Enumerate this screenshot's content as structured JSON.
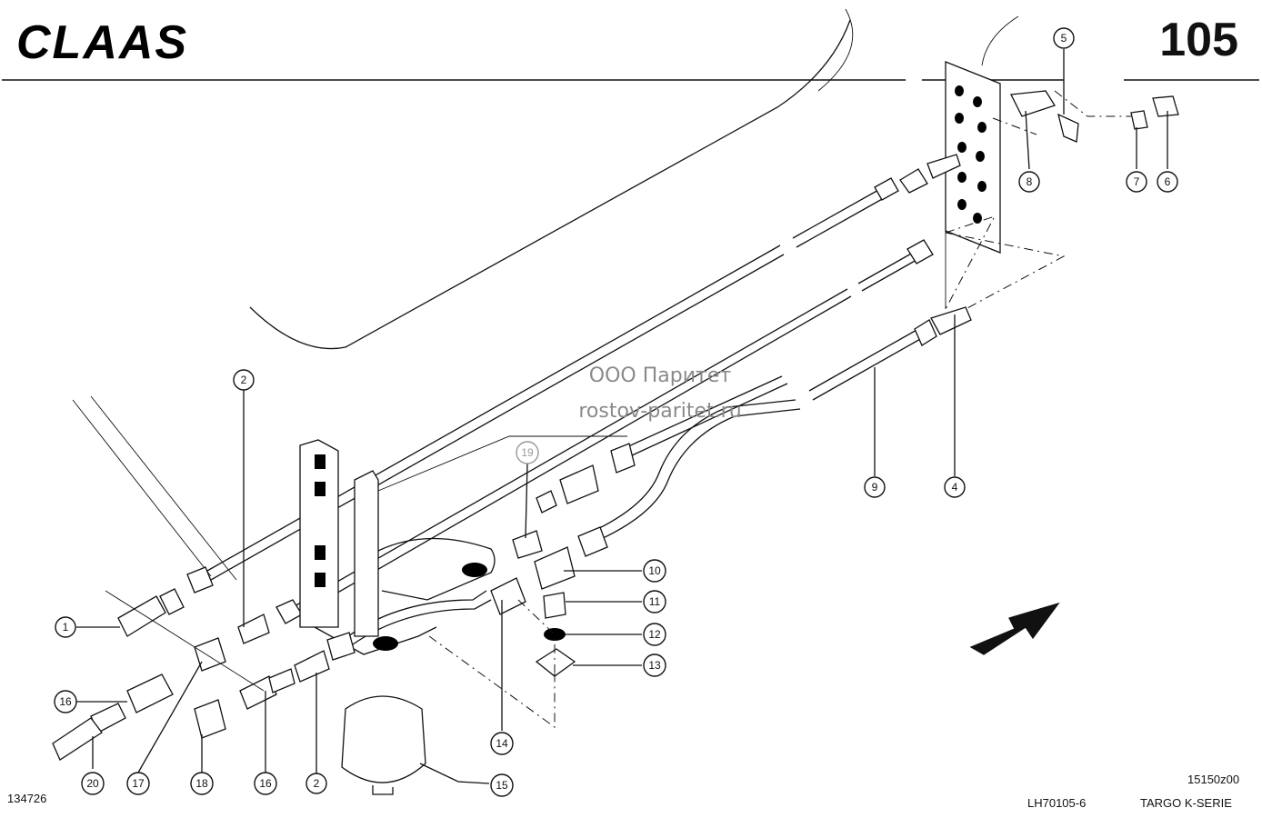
{
  "header": {
    "brand": "CLAAS",
    "page_number": "105"
  },
  "watermark": {
    "line1": "ООО Паритет",
    "line2": "rostov-paritet.ru"
  },
  "footer": {
    "image_id": "134726",
    "drawing_code": "LH70105-6",
    "sheet_code": "15150z00",
    "series": "TARGO K-SERIE"
  },
  "callouts": [
    "1",
    "2",
    "2",
    "4",
    "5",
    "6",
    "7",
    "8",
    "9",
    "10",
    "11",
    "12",
    "13",
    "14",
    "15",
    "16",
    "16",
    "17",
    "18",
    "19",
    "20"
  ]
}
